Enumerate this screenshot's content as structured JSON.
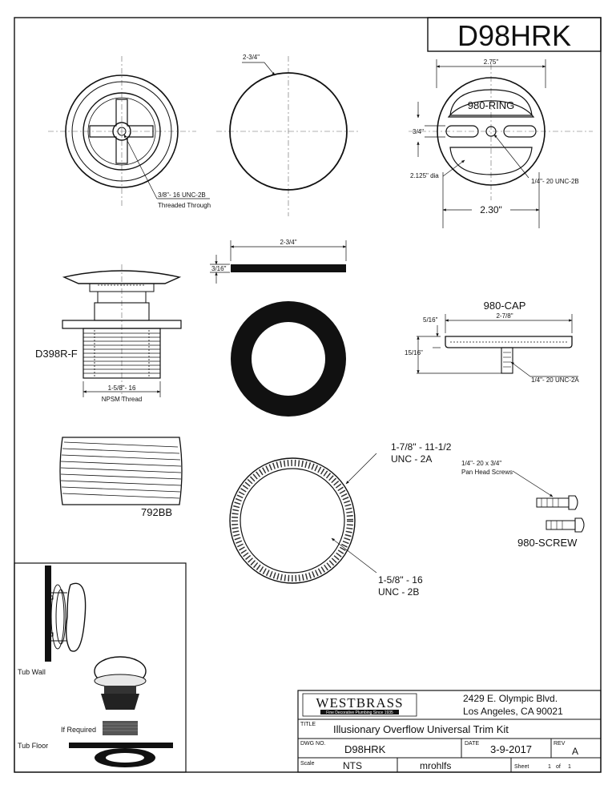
{
  "part_number": "D98HRK",
  "labels": {
    "cap_diameter": "2-3/4\"",
    "ring_width": "2.75\"",
    "ring_name": "980-RING",
    "ring_slot": "3/4\"",
    "ring_bolt_circle": "2.125\" dia",
    "ring_thread": "1/4\"- 20 UNC-2B",
    "ring_inner": "2.30\"",
    "drain_thread_line1": "3/8\"- 16 UNC-2B",
    "drain_thread_line2": "Threaded Through",
    "gasket_width": "2-3/4\"",
    "gasket_thickness": "3/16\"",
    "drain_name": "D398R-F",
    "drain_thread_size": "1-5/8\"- 16",
    "drain_thread_type": "NPSM Thread",
    "cap_name": "980-CAP",
    "cap_width": "2-7/8\"",
    "cap_top": "5/16\"",
    "cap_height": "15/16\"",
    "cap_thread": "1/4\"- 20 UNC-2A",
    "bushing_name": "792BB",
    "outer_thread_line1": "1-7/8\" - 11-1/2",
    "outer_thread_line2": "UNC - 2A",
    "inner_thread_line1": "1-5/8\" - 16",
    "inner_thread_line2": "UNC - 2B",
    "screw_spec_line1": "1/4\"- 20 x 3/4\"",
    "screw_spec_line2": "Pan Head Screws",
    "screw_name": "980-SCREW",
    "tub_wall": "Tub Wall",
    "if_required": "If Required",
    "tub_floor": "Tub Floor"
  },
  "title_block": {
    "company": "WESTBRASS",
    "tagline": "Fine Decorative Plumbing Since 1935",
    "address_line1": "2429 E. Olympic Blvd.",
    "address_line2": "Los Angeles, CA 90021",
    "title_label": "TITLE",
    "title": "Illusionary Overflow Universal Trim Kit",
    "dwg_label": "DWG NO.",
    "dwg_no": "D98HRK",
    "date_label": "DATE",
    "date": "3-9-2017",
    "rev_label": "REV",
    "rev": "A",
    "scale_label": "Scale",
    "scale": "NTS",
    "drawn_by": "mrohlfs",
    "sheet_label": "Sheet",
    "sheet_no": "1",
    "of_label": "of",
    "sheet_total": "1"
  }
}
